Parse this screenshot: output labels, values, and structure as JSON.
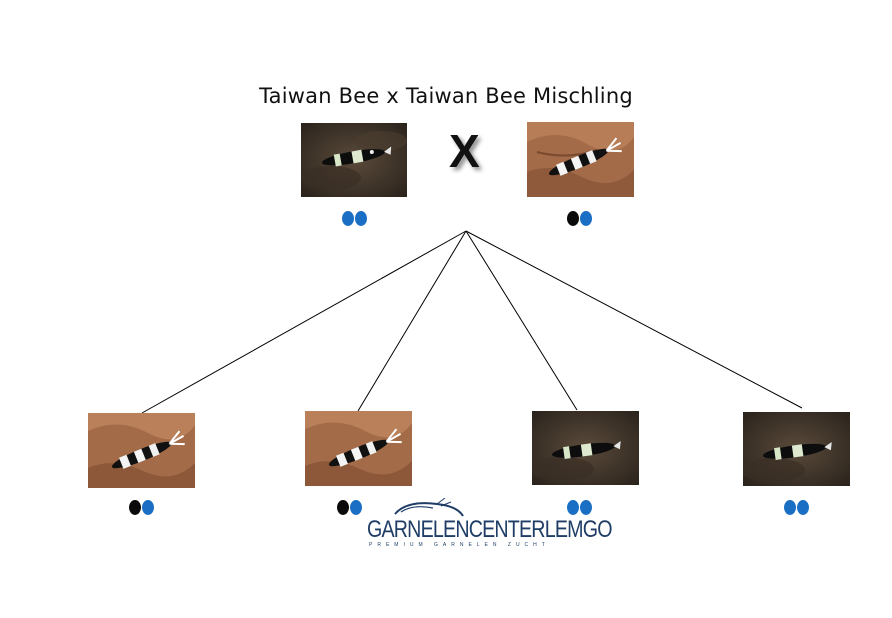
{
  "diagram": {
    "title": "Taiwan Bee x Taiwan Bee Mischling",
    "cross_symbol": "X",
    "colors": {
      "blue_allele": "#1a6fc4",
      "black_allele": "#0a0a0a",
      "line": "#000000"
    },
    "parents": [
      {
        "photo": "dark-background-shrimp-photo",
        "alleles": [
          "blue",
          "blue"
        ]
      },
      {
        "photo": "brown-background-shrimp-photo",
        "alleles": [
          "black",
          "blue"
        ]
      }
    ],
    "offspring": [
      {
        "photo": "brown-background-shrimp-photo",
        "alleles": [
          "black",
          "blue"
        ]
      },
      {
        "photo": "brown-background-shrimp-photo",
        "alleles": [
          "black",
          "blue"
        ]
      },
      {
        "photo": "dark-background-shrimp-photo",
        "alleles": [
          "blue",
          "blue"
        ]
      },
      {
        "photo": "dark-background-shrimp-photo",
        "alleles": [
          "blue",
          "blue"
        ]
      }
    ]
  },
  "logo": {
    "name": "GARNELENCENTERLEMGO",
    "tagline": "PREMIUM GARNELEN ZUCHT"
  }
}
